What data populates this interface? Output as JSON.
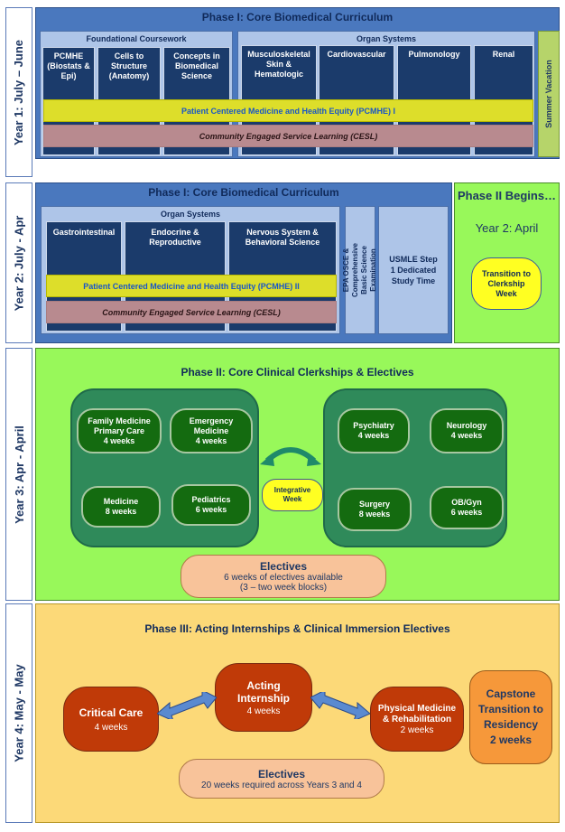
{
  "year1": {
    "side_label": "Year 1: July – June",
    "phase_title": "Phase I: Core Biomedical Curriculum",
    "foundational_title": "Foundational Coursework",
    "foundational_items": [
      "PCMHE (Biostats & Epi)",
      "Cells to Structure (Anatomy)",
      "Concepts in Biomedical Science"
    ],
    "organ_title": "Organ Systems",
    "organ_items": [
      "Musculoskeletal Skin & Hematologic",
      "Cardiovascular",
      "Pulmonology",
      "Renal"
    ],
    "pcmhe_band": "Patient Centered Medicine and Health Equity (PCMHE) I",
    "cesl_band": "Community Engaged Service Learning (CESL)",
    "vacation": "Summer Vacation"
  },
  "year2": {
    "side_label": "Year 2: July - Apr",
    "phase_title": "Phase I: Core Biomedical Curriculum",
    "organ_title": "Organ Systems",
    "organ_items": [
      "Gastrointestinal",
      "Endocrine & Reproductive",
      "Nervous System & Behavioral Science"
    ],
    "pcmhe_band": "Patient Centered Medicine and Health Equity (PCMHE) II",
    "cesl_band": "Community Engaged Service Learning (CESL)",
    "epa_label": "EPA OSCE & Comprehensive Basic Science Examination",
    "usmle_label": "USMLE Step 1 Dedicated Study Time",
    "phase2_begins": "Phase II Begins…",
    "phase2_date": "Year 2: April",
    "transition": "Transition to Clerkship Week"
  },
  "year3": {
    "side_label": "Year 3: Apr - April",
    "phase_title": "Phase II: Core Clinical Clerkships & Electives",
    "left_group": [
      {
        "name": "Family Medicine Primary Care",
        "duration": "4 weeks"
      },
      {
        "name": "Emergency Medicine",
        "duration": "4 weeks"
      },
      {
        "name": "Medicine",
        "duration": "8 weeks"
      },
      {
        "name": "Pediatrics",
        "duration": "6 weeks"
      }
    ],
    "right_group": [
      {
        "name": "Psychiatry",
        "duration": "4 weeks"
      },
      {
        "name": "Neurology",
        "duration": "4 weeks"
      },
      {
        "name": "Surgery",
        "duration": "8 weeks"
      },
      {
        "name": "OB/Gyn",
        "duration": "6 weeks"
      }
    ],
    "integrative": "Integrative Week",
    "electives_title": "Electives",
    "electives_line1": "6 weeks of electives available",
    "electives_line2": "(3 – two week blocks)"
  },
  "year4": {
    "side_label": "Year 4: May - May",
    "phase_title": "Phase III: Acting Internships & Clinical Immersion Electives",
    "critical_care": {
      "name": "Critical Care",
      "duration": "4 weeks"
    },
    "acting_internship": {
      "name": "Acting Internship",
      "duration": "4 weeks"
    },
    "pmr": {
      "name": "Physical Medicine & Rehabilitation",
      "duration": "2 weeks"
    },
    "capstone": {
      "name": "Capstone Transition to Residency",
      "duration": "2 weeks"
    },
    "electives_title": "Electives",
    "electives_line1": "20 weeks required across Years 3 and 4"
  },
  "colors": {
    "navy": "#1b3b6b",
    "phase1_blue": "#4a78be",
    "phase2_green": "#98f85a",
    "phase3_yellow": "#fcd978",
    "clerkship_green": "#146b10",
    "acting_red": "#c03a08",
    "capstone_orange": "#f6983a",
    "elective_peach": "#f8c39a"
  }
}
